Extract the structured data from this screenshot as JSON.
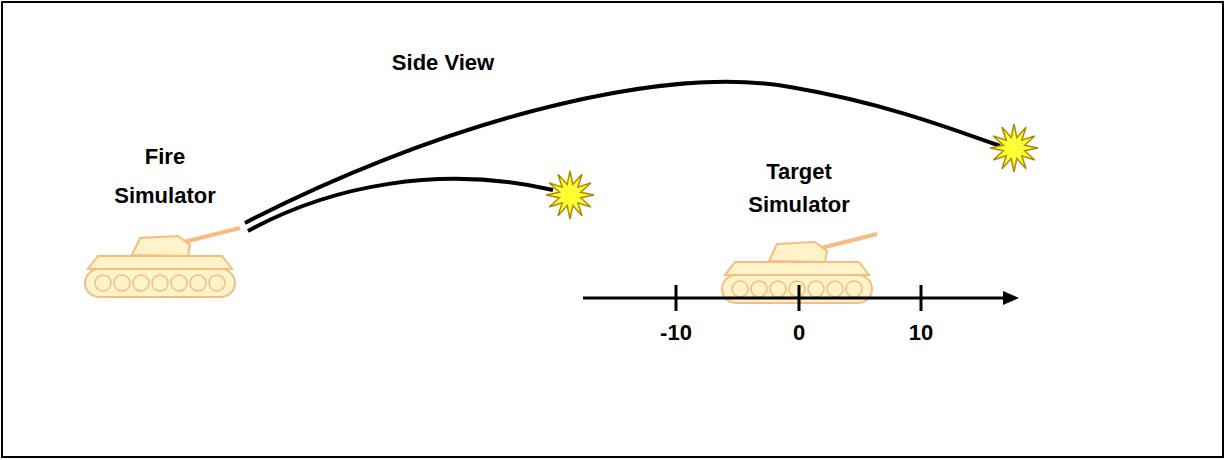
{
  "diagram": {
    "title": "Side View",
    "labels": [
      "Fire Simulator",
      "Target Simulator",
      "-10",
      "0",
      "10"
    ]
  }
}
